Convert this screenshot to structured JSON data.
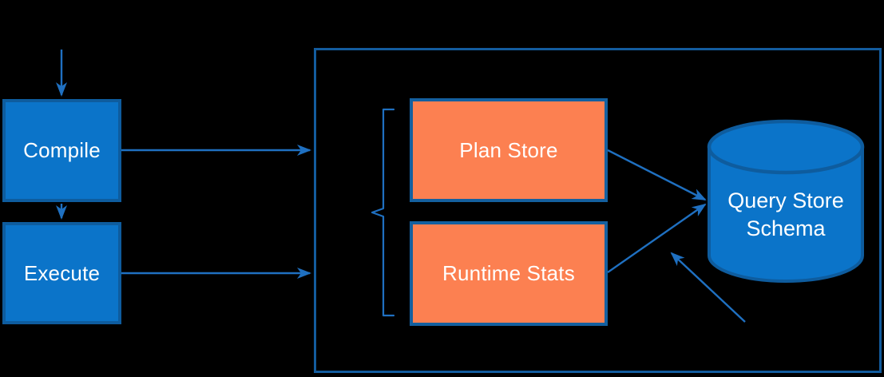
{
  "colors": {
    "background": "#000000",
    "text": "#ffffff",
    "node_fill": "#0b74c9",
    "node_border": "#0e5c9e",
    "store_fill": "#fc8051",
    "store_border": "#14609f",
    "container_border": "#135c9e",
    "connector": "#1f70c1",
    "cylinder_fill": "#0b74c9",
    "cylinder_border": "#0e5c9e"
  },
  "nodes": {
    "compile": {
      "label": "Compile"
    },
    "execute": {
      "label": "Execute"
    },
    "plan_store": {
      "label": "Plan Store"
    },
    "runtime_stats": {
      "label": "Runtime Stats"
    },
    "query_store_schema": {
      "line1": "Query Store",
      "line2": "Schema"
    }
  },
  "icons": {
    "database_cylinder": "database-cylinder-icon",
    "grouping_brace": "left-brace-icon"
  },
  "edges": [
    {
      "from": "top-input",
      "to": "compile",
      "direction": "down"
    },
    {
      "from": "compile",
      "to": "execute",
      "direction": "down"
    },
    {
      "from": "compile",
      "to": "query-store-container",
      "direction": "right"
    },
    {
      "from": "execute",
      "to": "query-store-container",
      "direction": "right"
    },
    {
      "from": "plan-store",
      "to": "query-store-schema",
      "direction": "right-down"
    },
    {
      "from": "runtime-stats",
      "to": "query-store-schema",
      "direction": "right-up"
    },
    {
      "from": "bottom-right",
      "to": "query-store-schema",
      "direction": "up-left"
    }
  ]
}
